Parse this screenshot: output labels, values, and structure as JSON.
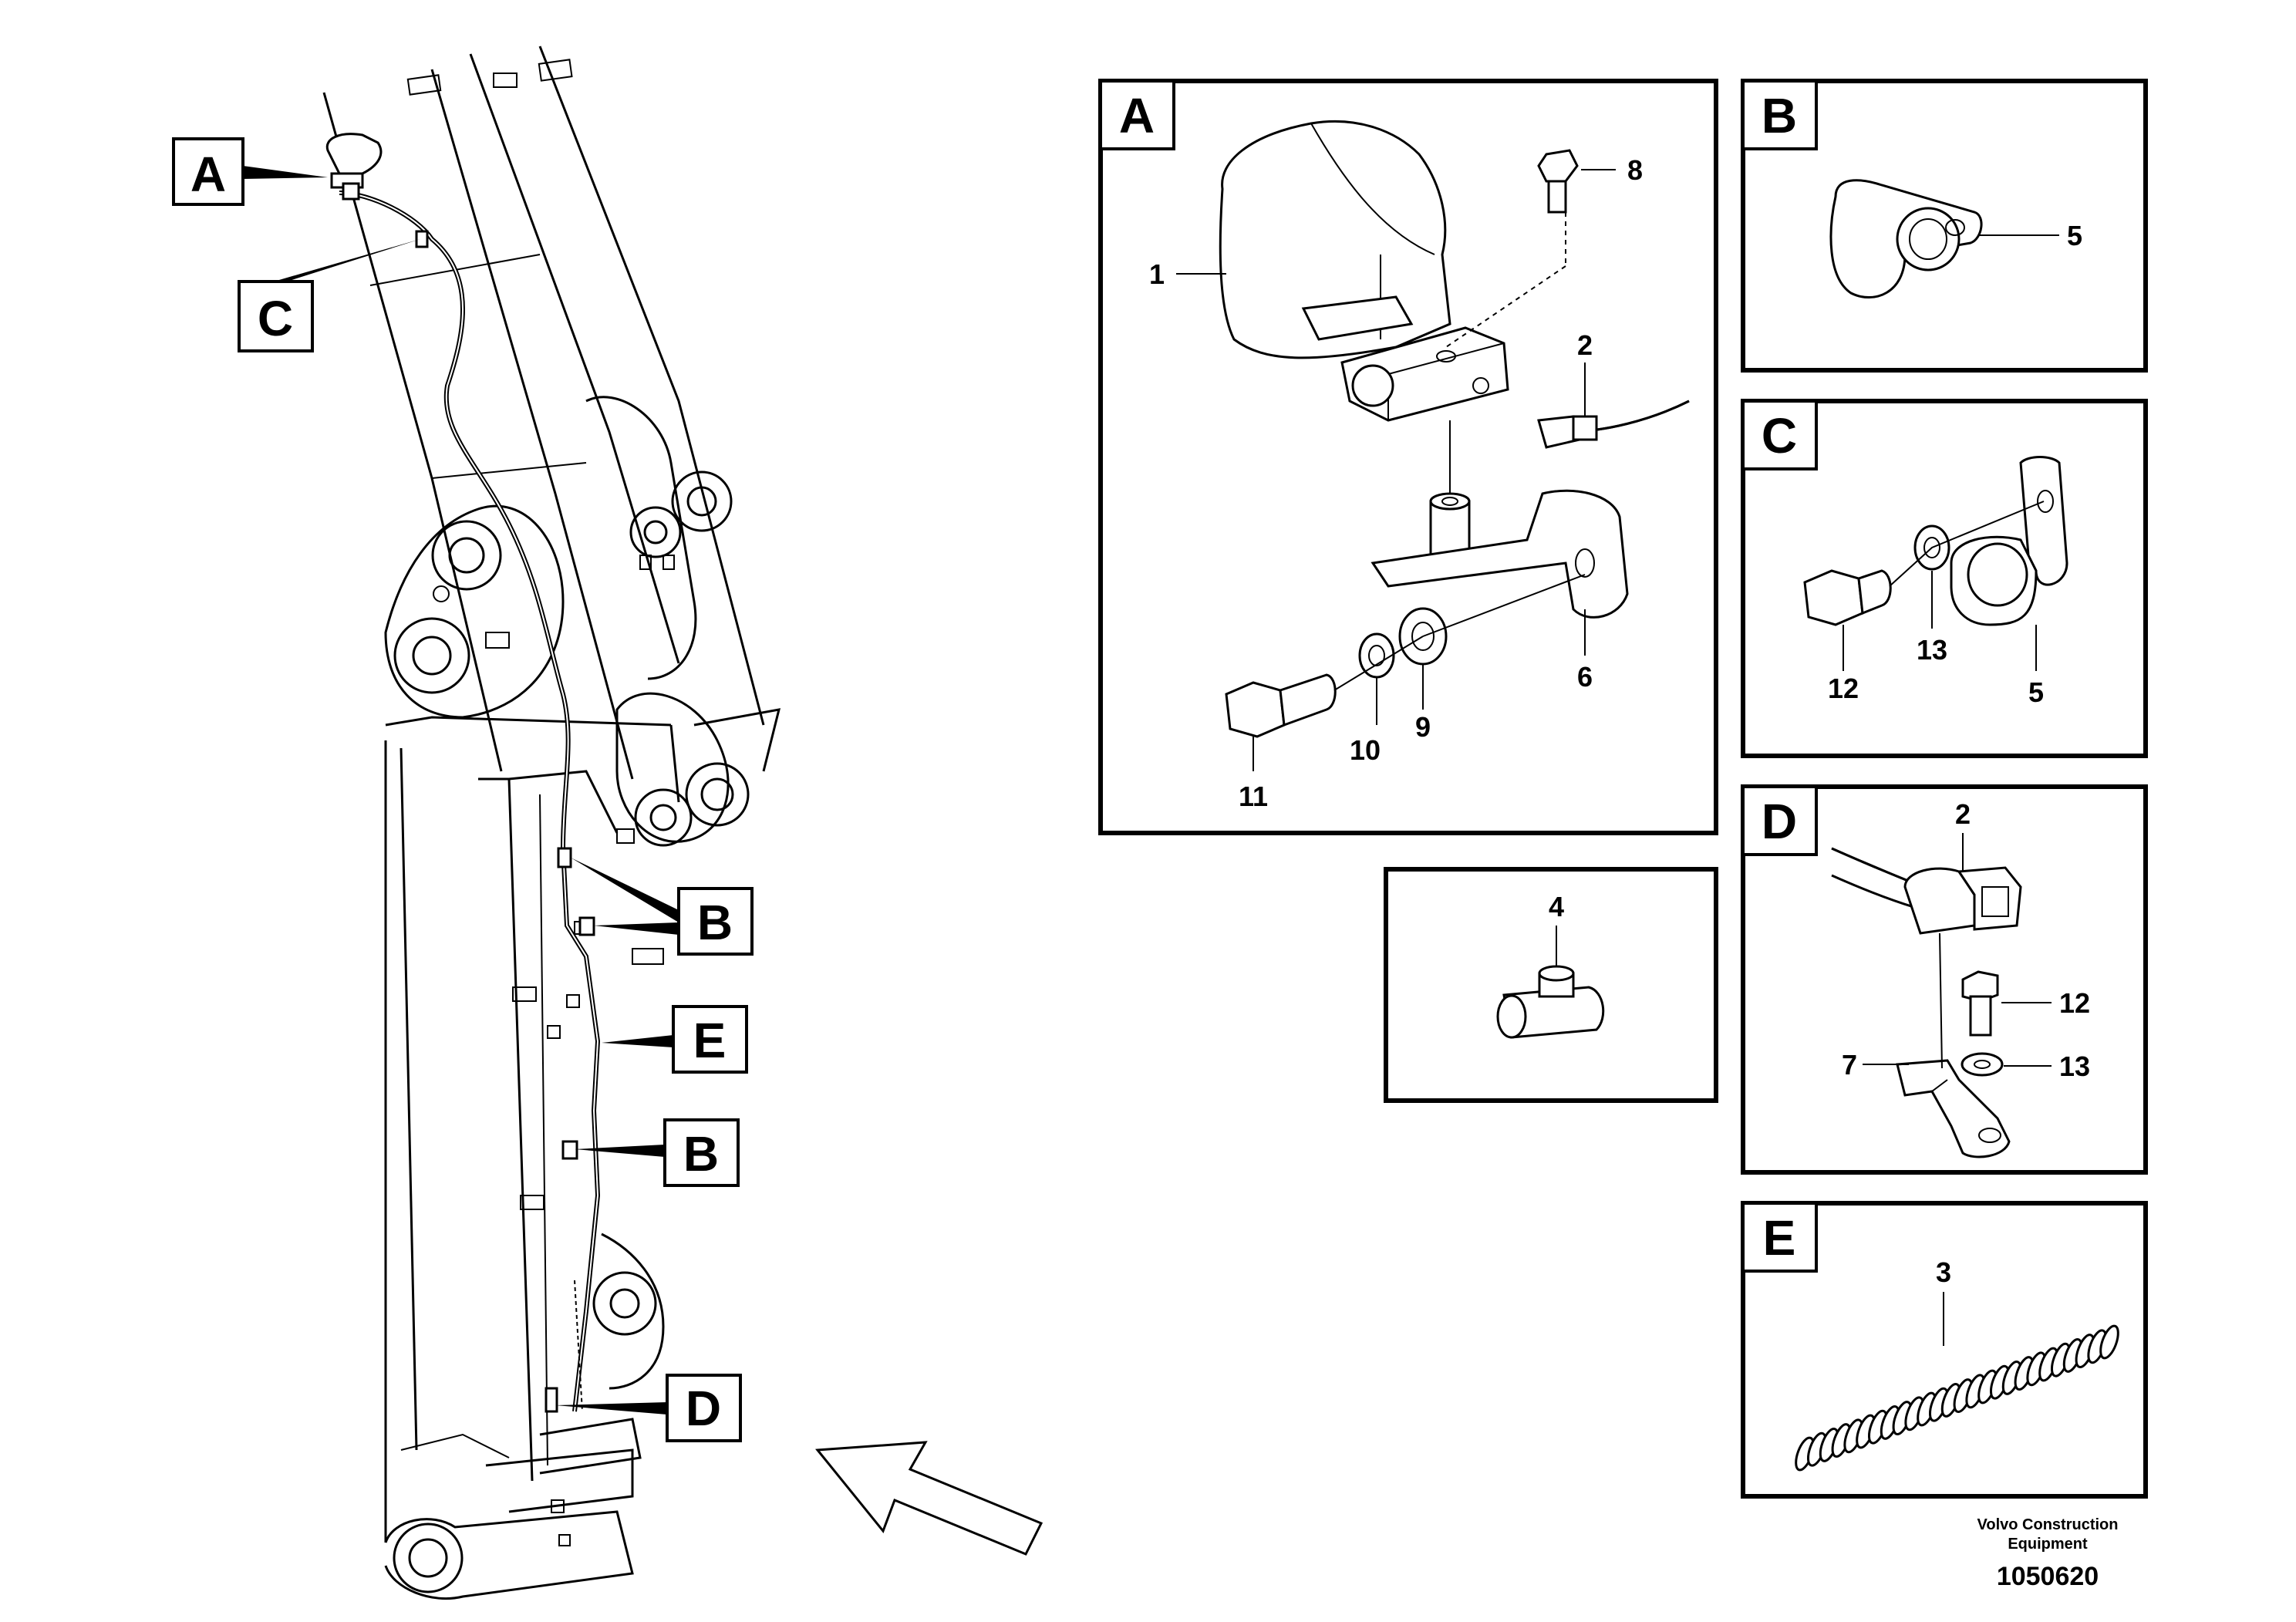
{
  "overview": {
    "callouts": {
      "a": "A",
      "c": "C",
      "b1": "B",
      "b2": "B",
      "e": "E",
      "d": "D"
    }
  },
  "panels": {
    "a": {
      "letter": "A",
      "parts": {
        "p1": "1",
        "p2": "2",
        "p6": "6",
        "p8": "8",
        "p9": "9",
        "p10": "10",
        "p11": "11"
      }
    },
    "b": {
      "letter": "B",
      "parts": {
        "p5": "5"
      }
    },
    "c": {
      "letter": "C",
      "parts": {
        "p12": "12",
        "p13": "13",
        "p5": "5"
      }
    },
    "t": {
      "parts": {
        "p4": "4"
      }
    },
    "d": {
      "letter": "D",
      "parts": {
        "p2": "2",
        "p12": "12",
        "p13": "13",
        "p7": "7"
      }
    },
    "e": {
      "letter": "E",
      "parts": {
        "p3": "3"
      }
    }
  },
  "footer": {
    "credit_line1": "Volvo Construction",
    "credit_line2": "Equipment",
    "drawing_number": "1050620"
  }
}
